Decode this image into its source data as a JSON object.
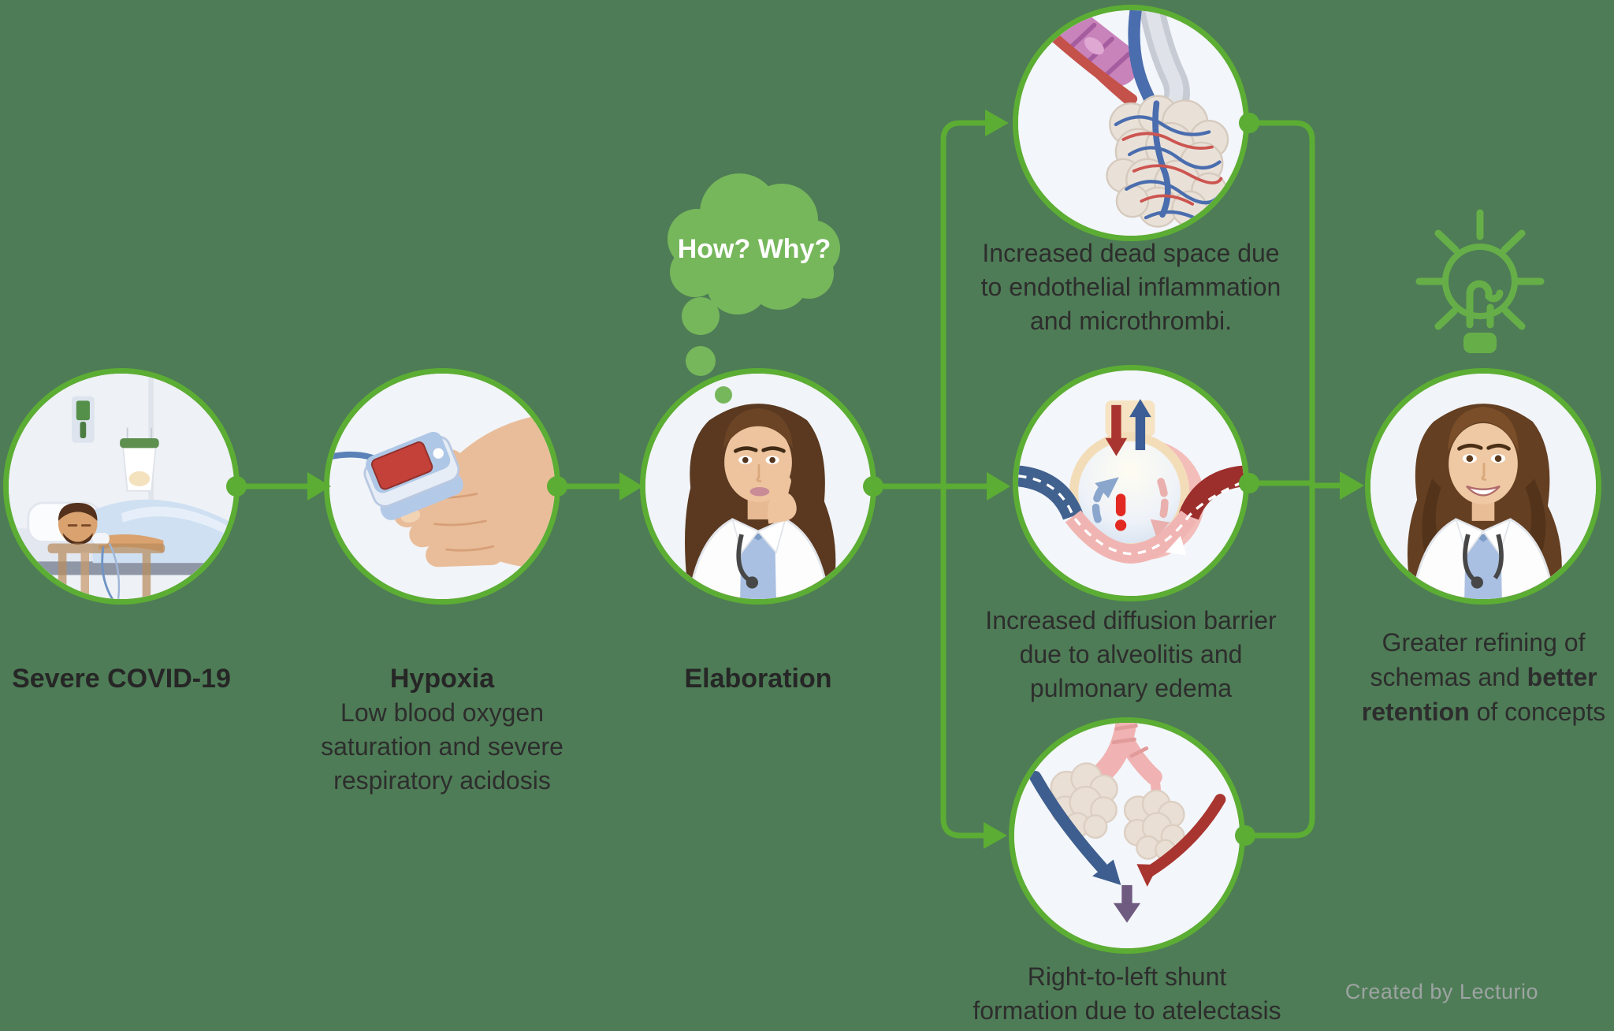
{
  "colors": {
    "background": "#4e7c56",
    "accent_green": "#5cad34",
    "bubble_green": "#76b75b",
    "bulb_green": "#66af48",
    "text_dark": "#2d2d2d",
    "credit_gray": "#9da4a2",
    "circle_fill": "#f2f4f8"
  },
  "flow": {
    "step1": {
      "label": "Severe COVID-19"
    },
    "step2": {
      "title": "Hypoxia",
      "description": "Low blood oxygen\nsaturation and severe\nrespiratory acidosis"
    },
    "step3": {
      "label": "Elaboration",
      "thought_text": "How? Why?"
    },
    "branches": {
      "dead_space": {
        "caption": "Increased dead space due\nto endothelial inflammation\nand microthrombi."
      },
      "diffusion_barrier": {
        "caption": "Increased diffusion barrier\ndue to alveolitis and\npulmonary edema"
      },
      "shunt": {
        "caption": "Right-to-left shunt\nformation due to atelectasis"
      }
    },
    "outcome": {
      "caption_lines": [
        [
          {
            "t": "Greater refining of"
          }
        ],
        [
          {
            "t": "schemas and "
          },
          {
            "t": "better",
            "b": true
          }
        ],
        [
          {
            "t": "retention",
            "b": true
          },
          {
            "t": " of concepts"
          }
        ]
      ]
    }
  },
  "icons": {
    "thought_bubble": "thought-cloud-icon",
    "lightbulb": "idea-lightbulb-icon"
  },
  "footer": {
    "credit": "Created by Lecturio"
  }
}
